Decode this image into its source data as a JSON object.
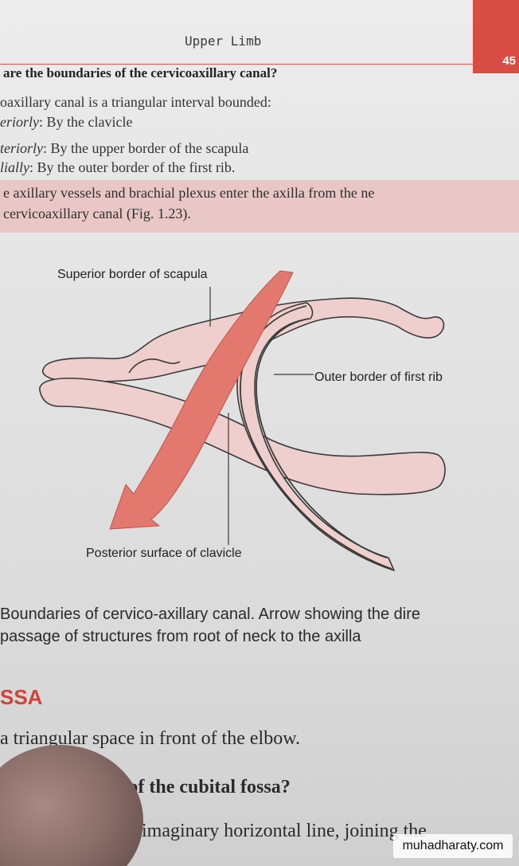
{
  "header": {
    "running_head": "Upper Limb",
    "page_number": "45"
  },
  "question1": "are the boundaries of the cervicoaxillary canal?",
  "definition": {
    "intro": "oaxillary canal is a triangular interval bounded:",
    "anterior_term": "eriorly",
    "anterior_text": ": By the clavicle",
    "posterior_term": "teriorly",
    "posterior_text": ": By the upper border of the scapula",
    "medial_term": "lially",
    "medial_text": ": By the outer border of the first rib."
  },
  "highlight": {
    "line1": "e axillary vessels and brachial plexus enter the axilla from the ne",
    "line2": "cervicoaxillary canal (Fig. 1.23)."
  },
  "figure": {
    "label_scapula": "Superior border of scapula",
    "label_rib": "Outer border of first rib",
    "label_clavicle": "Posterior surface of clavicle",
    "colors": {
      "bone_fill": "#efcfcd",
      "arrow": "#e2786e",
      "outline": "#3a3a3a"
    }
  },
  "caption": {
    "line1": "Boundaries of cervico-axillary canal. Arrow showing the dire",
    "line2": "passage of structures from root of neck to the axilla"
  },
  "section": {
    "heading": "SSA",
    "line1": "a triangular space in front of the elbow.",
    "question": "undaries of the cubital fossa?",
    "line3": "imaginary horizontal line, joining the"
  },
  "watermark": "muhadharaty.com"
}
